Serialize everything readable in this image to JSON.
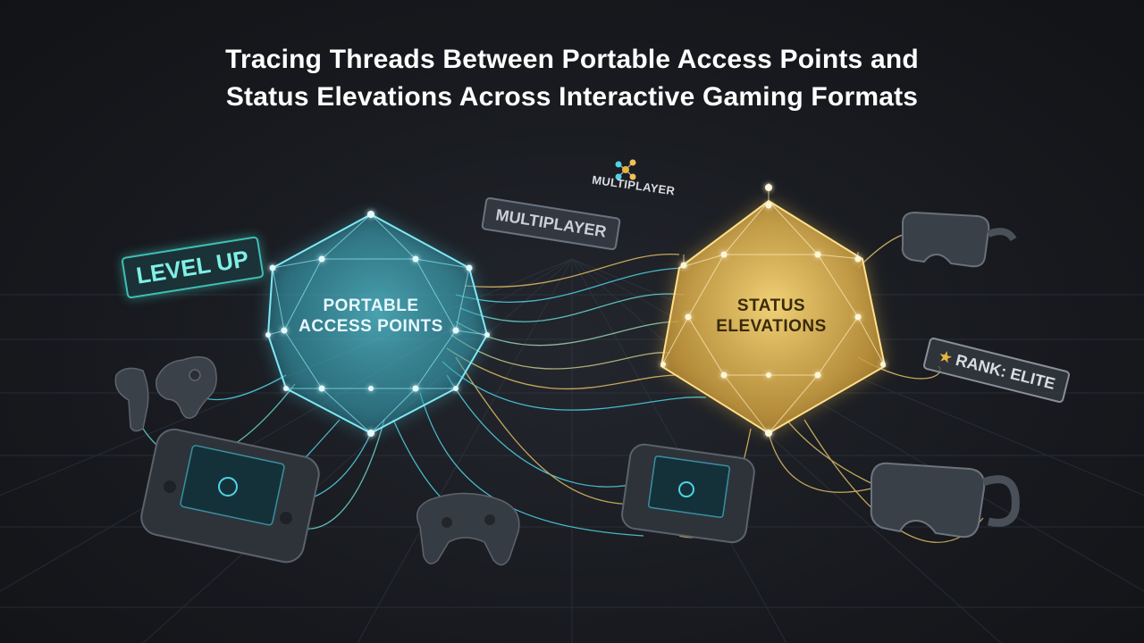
{
  "title": {
    "line1": "Tracing Threads Between Portable Access Points and",
    "line2": "Status Elevations Across Interactive Gaming Formats"
  },
  "nodes": {
    "portable": {
      "line1": "PORTABLE",
      "line2": "ACCESS POINTS",
      "color": "#4fd3e6"
    },
    "status": {
      "line1": "STATUS",
      "line2": "ELEVATIONS",
      "color": "#f2c14e"
    }
  },
  "tags": {
    "level_up": "LEVEL UP",
    "multiplayer_badge": "MULTIPLAYER",
    "multiplayer_logo": "MULTIPLAYER",
    "rank": "RANK: ELITE"
  },
  "icons": {
    "rank": "star-icon",
    "multiplayer_logo": "network-nodes-icon"
  },
  "colors": {
    "background": "#17191e",
    "cyan": "#4fd3e6",
    "gold": "#f2c14e"
  }
}
